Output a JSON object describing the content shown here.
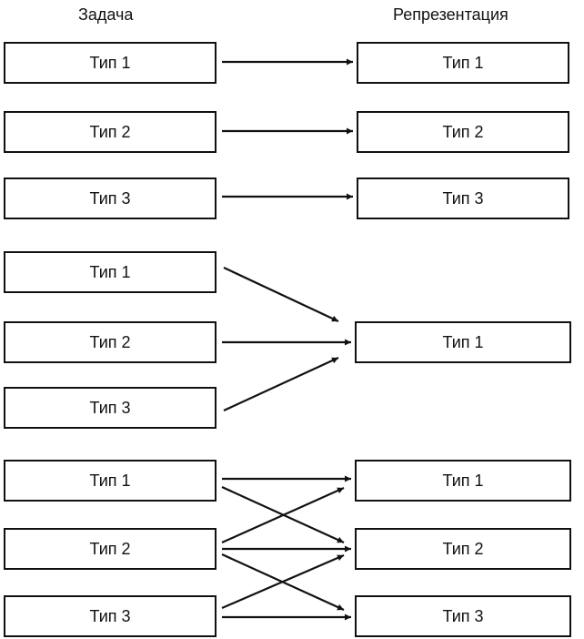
{
  "headers": {
    "task": "Задача",
    "representation": "Репрезентация"
  },
  "groups": [
    {
      "tasks": [
        "Тип 1",
        "Тип 2",
        "Тип 3"
      ],
      "representations": [
        "Тип 1",
        "Тип 2",
        "Тип 3"
      ]
    },
    {
      "tasks": [
        "Тип 1",
        "Тип 2",
        "Тип 3"
      ],
      "representations": [
        "Тип 1"
      ]
    },
    {
      "tasks": [
        "Тип 1",
        "Тип 2",
        "Тип 3"
      ],
      "representations": [
        "Тип 1",
        "Тип 2",
        "Тип 3"
      ]
    }
  ]
}
